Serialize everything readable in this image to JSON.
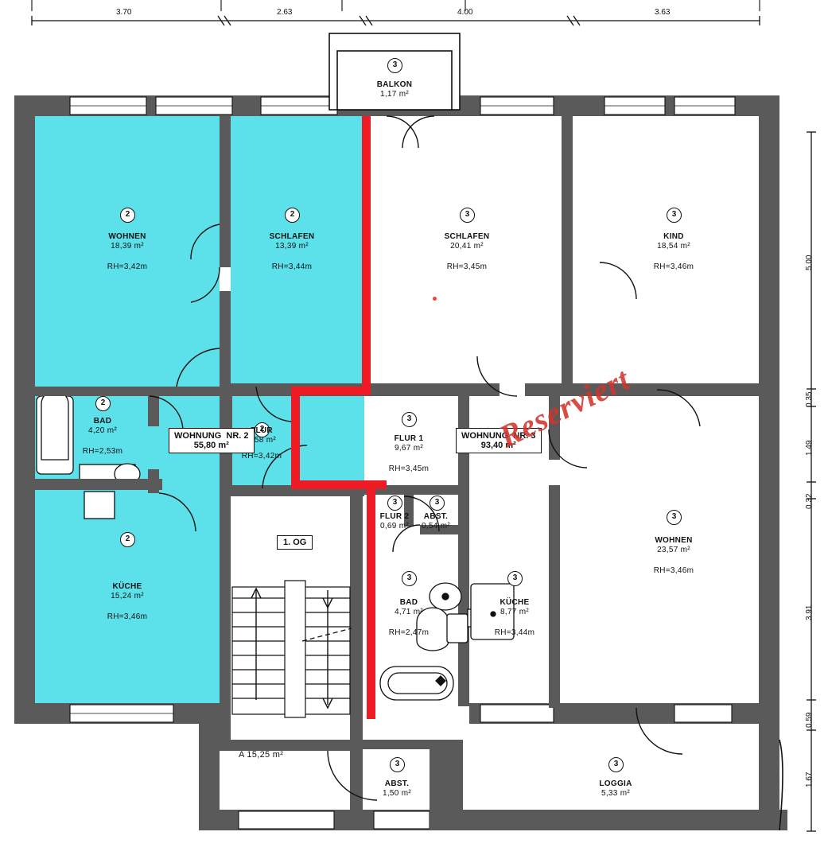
{
  "document": {
    "type": "floor-plan",
    "floor_label": "1. OG",
    "watermark": "Reserviert",
    "watermark_color": "#d2342b",
    "highlight_color": "#5ce1eb",
    "marker_color": "#ee1b24",
    "wall_color": "#5a5a5a",
    "line_color": "#111111"
  },
  "dimensions": {
    "top": [
      "3.70",
      "2.63",
      "4.00",
      "3.63"
    ],
    "right": [
      "5.00",
      "0.35",
      "1.49",
      "0.32",
      "3.91",
      "0.59",
      "1.67"
    ]
  },
  "apartments": [
    {
      "id": "wohnung-2",
      "label": "WOHNUNG  NR. 2\n55,80 m²",
      "number": "2",
      "area": "55,80 m²"
    },
    {
      "id": "wohnung-3",
      "label": "WOHNUNG  NR. 3\n93,40 m²",
      "number": "3",
      "area": "93,40 m²"
    }
  ],
  "rooms": [
    {
      "id": "wohnen-2",
      "badge": "2",
      "name": "WOHNEN",
      "area": "18,39 m²",
      "height": "RH=3,42m"
    },
    {
      "id": "schlafen-2",
      "badge": "2",
      "name": "SCHLAFEN",
      "area": "13,39 m²",
      "height": "RH=3,44m"
    },
    {
      "id": "bad-2",
      "badge": "2",
      "name": "BAD",
      "area": "4,20 m²",
      "height": "RH=2,53m"
    },
    {
      "id": "flur-2",
      "badge": "2",
      "name": "FLUR",
      "area": "4,58 m²",
      "height": "RH=3,42m"
    },
    {
      "id": "kueche-2",
      "badge": "2",
      "name": "KÜCHE",
      "area": "15,24 m²",
      "height": "RH=3,46m"
    },
    {
      "id": "balkon-3",
      "badge": "3",
      "name": "BALKON",
      "area": "1,17 m²",
      "height": ""
    },
    {
      "id": "schlafen-3",
      "badge": "3",
      "name": "SCHLAFEN",
      "area": "20,41 m²",
      "height": "RH=3,45m"
    },
    {
      "id": "kind-3",
      "badge": "3",
      "name": "KIND",
      "area": "18,54 m²",
      "height": "RH=3,46m"
    },
    {
      "id": "flur1-3",
      "badge": "3",
      "name": "FLUR 1",
      "area": "9,67 m²",
      "height": "RH=3,45m"
    },
    {
      "id": "flur2-3",
      "badge": "3",
      "name": "FLUR 2",
      "area": "0,69 m²",
      "height": ""
    },
    {
      "id": "abst-klein-3",
      "badge": "3",
      "name": "ABST.",
      "area": "0,54 m²",
      "height": ""
    },
    {
      "id": "bad-3",
      "badge": "3",
      "name": "BAD",
      "area": "4,71 m²",
      "height": "RH=2,47m"
    },
    {
      "id": "kueche-3",
      "badge": "3",
      "name": "KÜCHE",
      "area": "8,77 m²",
      "height": "RH=3,44m"
    },
    {
      "id": "wohnen-3",
      "badge": "3",
      "name": "WOHNEN",
      "area": "23,57 m²",
      "height": "RH=3,46m"
    },
    {
      "id": "abst-3",
      "badge": "3",
      "name": "ABST.",
      "area": "1,50 m²",
      "height": ""
    },
    {
      "id": "loggia-3",
      "badge": "3",
      "name": "LOGGIA",
      "area": "5,33 m²",
      "height": ""
    }
  ],
  "annotations": {
    "stair_area": "A 15,25 m²"
  }
}
